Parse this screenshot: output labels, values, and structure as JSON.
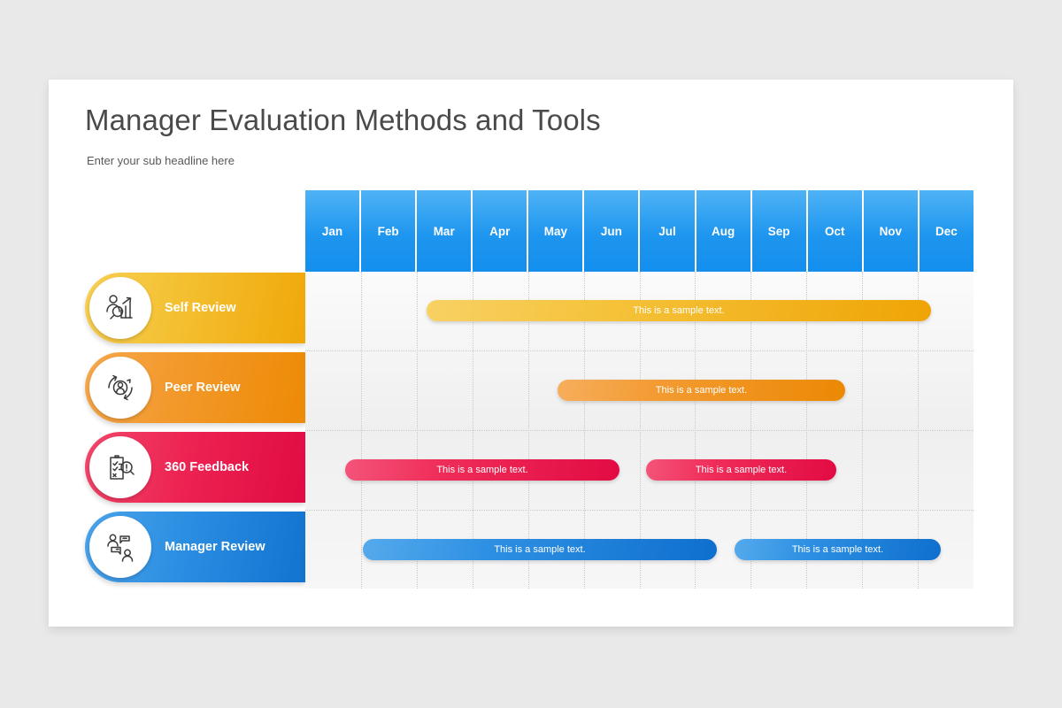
{
  "slide": {
    "title": "Manager Evaluation Methods and Tools",
    "subtitle": "Enter your sub headline here"
  },
  "chart_data": {
    "type": "bar",
    "title": "Manager Evaluation Methods and Tools",
    "subtitle": "Enter your sub headline here",
    "xlabel": "",
    "ylabel": "",
    "grid": true,
    "legend_position": "left",
    "categories": [
      "Jan",
      "Feb",
      "Mar",
      "Apr",
      "May",
      "Jun",
      "Jul",
      "Aug",
      "Sep",
      "Oct",
      "Nov",
      "Dec"
    ],
    "series": [
      {
        "name": "Self Review",
        "color": "#F0A80A",
        "icon": "person-chart-magnifier-icon",
        "tasks": [
          {
            "label": "This is a sample text.",
            "start_month": 3.2,
            "end_month": 12.2
          }
        ]
      },
      {
        "name": "Peer Review",
        "color": "#ED8B06",
        "icon": "circular-feedback-person-icon",
        "tasks": [
          {
            "label": "This is a sample text.",
            "start_month": 5.6,
            "end_month": 10.7
          }
        ]
      },
      {
        "name": "360 Feedback",
        "color": "#E00B42",
        "icon": "clipboard-magnifier-icon",
        "tasks": [
          {
            "label": "This is a sample text.",
            "start_month": 1.7,
            "end_month": 6.6
          },
          {
            "label": "This is a sample text.",
            "start_month": 7.1,
            "end_month": 10.5
          }
        ]
      },
      {
        "name": "Manager Review",
        "color": "#1273D0",
        "icon": "two-people-discussion-icon",
        "tasks": [
          {
            "label": "This is a sample text.",
            "start_month": 2.0,
            "end_month": 8.4
          },
          {
            "label": "This is a sample text.",
            "start_month": 8.7,
            "end_month": 12.4
          }
        ]
      }
    ]
  },
  "colors": {
    "background": "#e9e9e9",
    "card": "#ffffff",
    "month_header": "#1E96EF",
    "title_text": "#4a4a4a",
    "grid_line": "#c9c9c9"
  }
}
